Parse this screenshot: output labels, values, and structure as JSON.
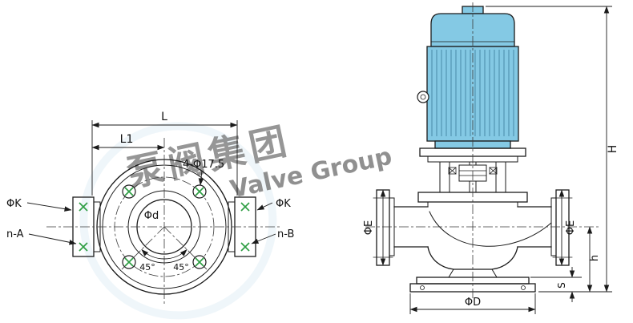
{
  "colors": {
    "line": "#1b1b1b",
    "motor_blue": "#84c9e4",
    "motor_fin": "#2f6f8e",
    "green_mark": "#2f9e44",
    "watermark": "#b9d7e8"
  },
  "watermark": {
    "cn": "泵阀集团",
    "en": "Valve Group"
  },
  "top_view": {
    "labels": {
      "L": "L",
      "L1": "L1",
      "bolt_note": "4-Φ17.5",
      "k_left": "ΦK",
      "k_right": "ΦK",
      "n_a": "n-A",
      "n_b": "n-B",
      "d": "Φd",
      "angle_left": "45°",
      "angle_right": "45°"
    }
  },
  "side_view": {
    "labels": {
      "H": "H",
      "E_left": "ΦE",
      "E_right": "ΦE",
      "h": "h",
      "S": "S",
      "D": "ΦD"
    }
  }
}
